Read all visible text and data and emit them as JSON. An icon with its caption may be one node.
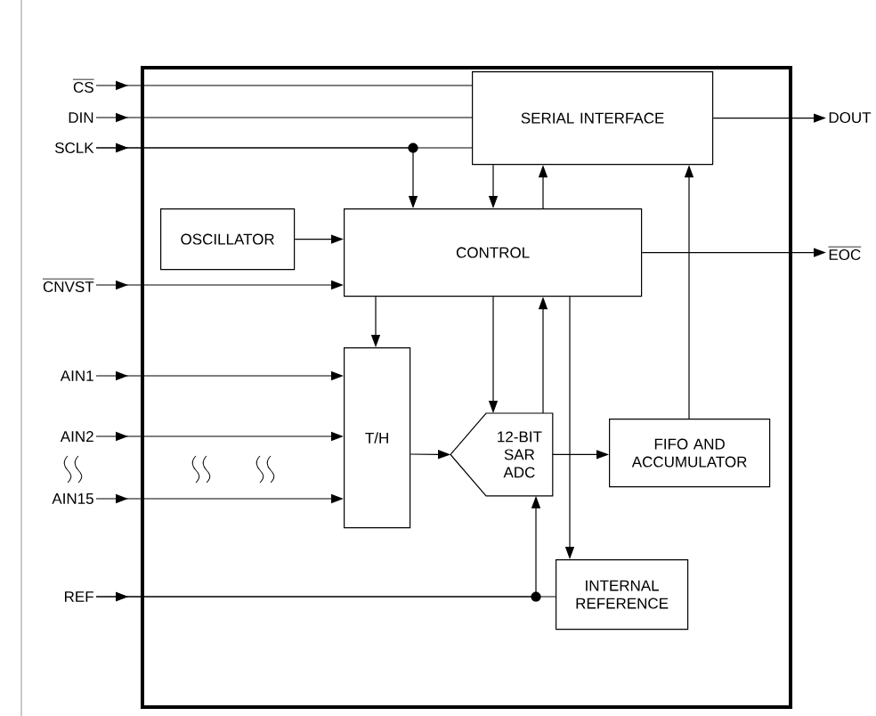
{
  "diagram": {
    "nodes": [
      {
        "text": [],
        "shape": "box"
      },
      {
        "text": [
          "CS"
        ]
      },
      {
        "text": [
          "DIN"
        ]
      },
      {
        "text": [
          "SCLK"
        ]
      },
      {
        "text": [
          "CNVST"
        ]
      },
      {
        "text": [
          "AIN1"
        ]
      },
      {
        "text": [
          "AIN2"
        ]
      },
      {
        "text": [
          "AIN15"
        ]
      },
      {
        "text": [
          "REF"
        ]
      },
      {
        "text": [
          "SERIAL INTERFACE"
        ],
        "in": 0
      },
      {
        "text": [
          "OSCILLATOR"
        ],
        "in": 0
      },
      {
        "text": [
          "CONTROL"
        ],
        "in": 0
      },
      {
        "text": [
          "T/H"
        ],
        "in": 0
      },
      {
        "text": [
          "12-BIT SAR ADC"
        ],
        "in": 0
      },
      {
        "text": [
          "FIFO AND ACCUMULATOR"
        ],
        "in": 0
      },
      {
        "text": [
          "INTERNAL REFERENCE"
        ],
        "in": 0
      },
      {
        "text": [
          "DOUT"
        ]
      },
      {
        "text": [
          "EOC"
        ]
      }
    ],
    "edges": [
      {
        "from": 1,
        "to": 9,
        "arrow": "to"
      },
      {
        "from": 2,
        "to": 9,
        "arrow": "to"
      },
      {
        "from": 3,
        "to": 9,
        "arrow": "to"
      },
      {
        "from": 3,
        "to": 11,
        "arrow": "to"
      },
      {
        "from": 10,
        "to": 11,
        "arrow": "to"
      },
      {
        "from": 4,
        "to": 11,
        "arrow": "to"
      },
      {
        "from": 9,
        "to": 11,
        "arrow": "to"
      },
      {
        "from": 11,
        "to": 9,
        "arrow": "to"
      },
      {
        "from": 11,
        "to": 12,
        "arrow": "to"
      },
      {
        "from": 11,
        "to": 13,
        "arrow": "to"
      },
      {
        "from": 13,
        "to": 11,
        "arrow": "to"
      },
      {
        "from": 11,
        "to": 15,
        "arrow": "to"
      },
      {
        "from": 11,
        "to": 17,
        "arrow": "to"
      },
      {
        "from": 9,
        "to": 16,
        "arrow": "to"
      },
      {
        "from": 14,
        "to": 9,
        "arrow": "to"
      },
      {
        "from": 5,
        "to": 12,
        "arrow": "to"
      },
      {
        "from": 6,
        "to": 12,
        "arrow": "to"
      },
      {
        "from": 7,
        "to": 12,
        "arrow": "to"
      },
      {
        "from": 12,
        "to": 13,
        "arrow": "to"
      },
      {
        "from": 13,
        "to": 14,
        "arrow": "to"
      },
      {
        "from": 8,
        "to": 13,
        "arrow": "to"
      },
      {
        "from": 8,
        "to": 15,
        "arrow": "to"
      }
    ]
  }
}
